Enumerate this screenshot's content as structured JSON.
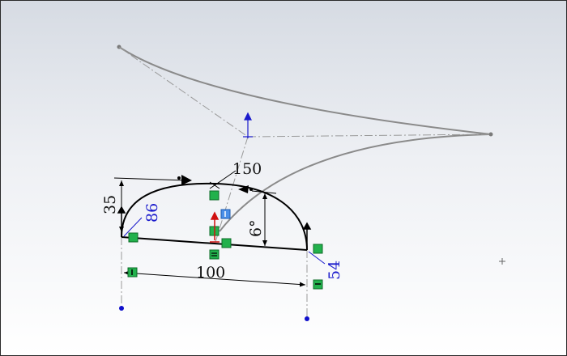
{
  "app": "sketch-viewport",
  "dimensions": {
    "arc_length": "150",
    "height": "35",
    "width": "100",
    "angle": "6°",
    "left_tangent_angle": "86",
    "right_tangent_angle": "54"
  },
  "colors": {
    "sketch_line": "#000000",
    "reference_curve": "#8a8a8a",
    "centerline": "#9a9a9a",
    "driven_dimension": "#1a1acc",
    "relation_marker": "#22b14c",
    "selected_marker": "#4a8fe8",
    "origin_point": "#1010cc",
    "fixed_point": "#d01010"
  },
  "icons": [
    "vertical-relation-icon",
    "horizontal-relation-icon",
    "coincident-icon",
    "tangent-icon",
    "cursor-crosshair-icon"
  ]
}
